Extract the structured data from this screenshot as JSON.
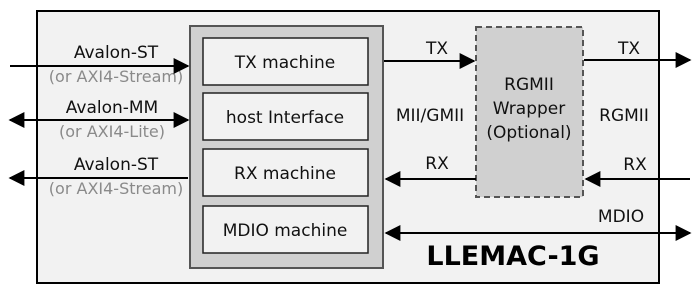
{
  "diagram": {
    "title": "LLEMAC-1G",
    "core_modules": [
      "TX machine",
      "host Interface",
      "RX machine",
      "MDIO machine"
    ],
    "wrapper": {
      "line1": "RGMII",
      "line2": "Wrapper",
      "line3": "(Optional)"
    },
    "left_interfaces": [
      {
        "name": "Avalon-ST",
        "alt": "(or AXI4-Stream)",
        "direction": "in"
      },
      {
        "name": "Avalon-MM",
        "alt": "(or AXI4-Lite)",
        "direction": "bidirectional"
      },
      {
        "name": "Avalon-ST",
        "alt": "(or AXI4-Stream)",
        "direction": "out"
      }
    ],
    "mid_labels": {
      "tx": "TX",
      "rx": "RX",
      "mii": "MII/GMII"
    },
    "right_labels": {
      "tx": "TX",
      "rx": "RX",
      "rgmii": "RGMII",
      "mdio": "MDIO"
    }
  }
}
